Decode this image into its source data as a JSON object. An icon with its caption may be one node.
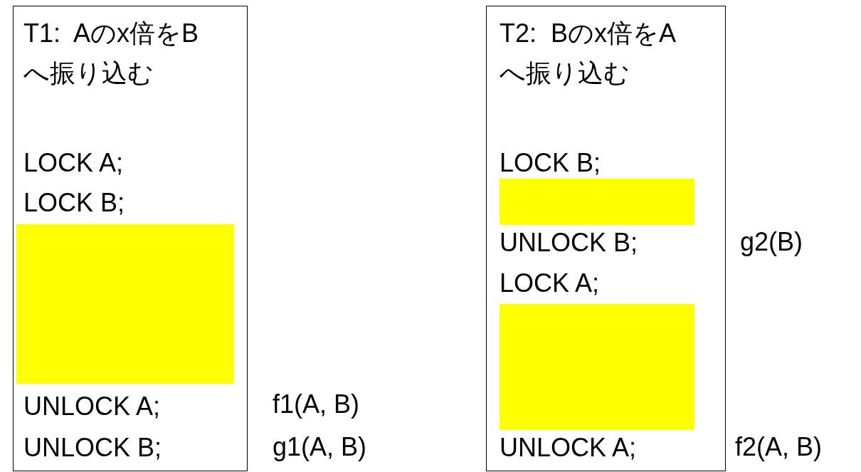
{
  "diagram": {
    "nodes": [
      {
        "text": [
          "T1:  Aのx倍をBへ振り込む",
          "LOCK A;",
          "LOCK B;",
          "UNLOCK A;",
          "UNLOCK B;"
        ]
      },
      {
        "text": [],
        "shape": "box",
        "in": 0
      },
      {
        "text": [
          "T2:  Bのx倍をAへ振り込む",
          "LOCK B;",
          "UNLOCK B;",
          "LOCK A;",
          "UNLOCK A;"
        ]
      },
      {
        "text": [],
        "shape": "box",
        "in": 2
      },
      {
        "text": [],
        "shape": "box",
        "in": 2
      }
    ],
    "labels": [
      "f1(A, B)",
      "g1(A, B)",
      "g2(B)",
      "f2(A, B)"
    ]
  }
}
